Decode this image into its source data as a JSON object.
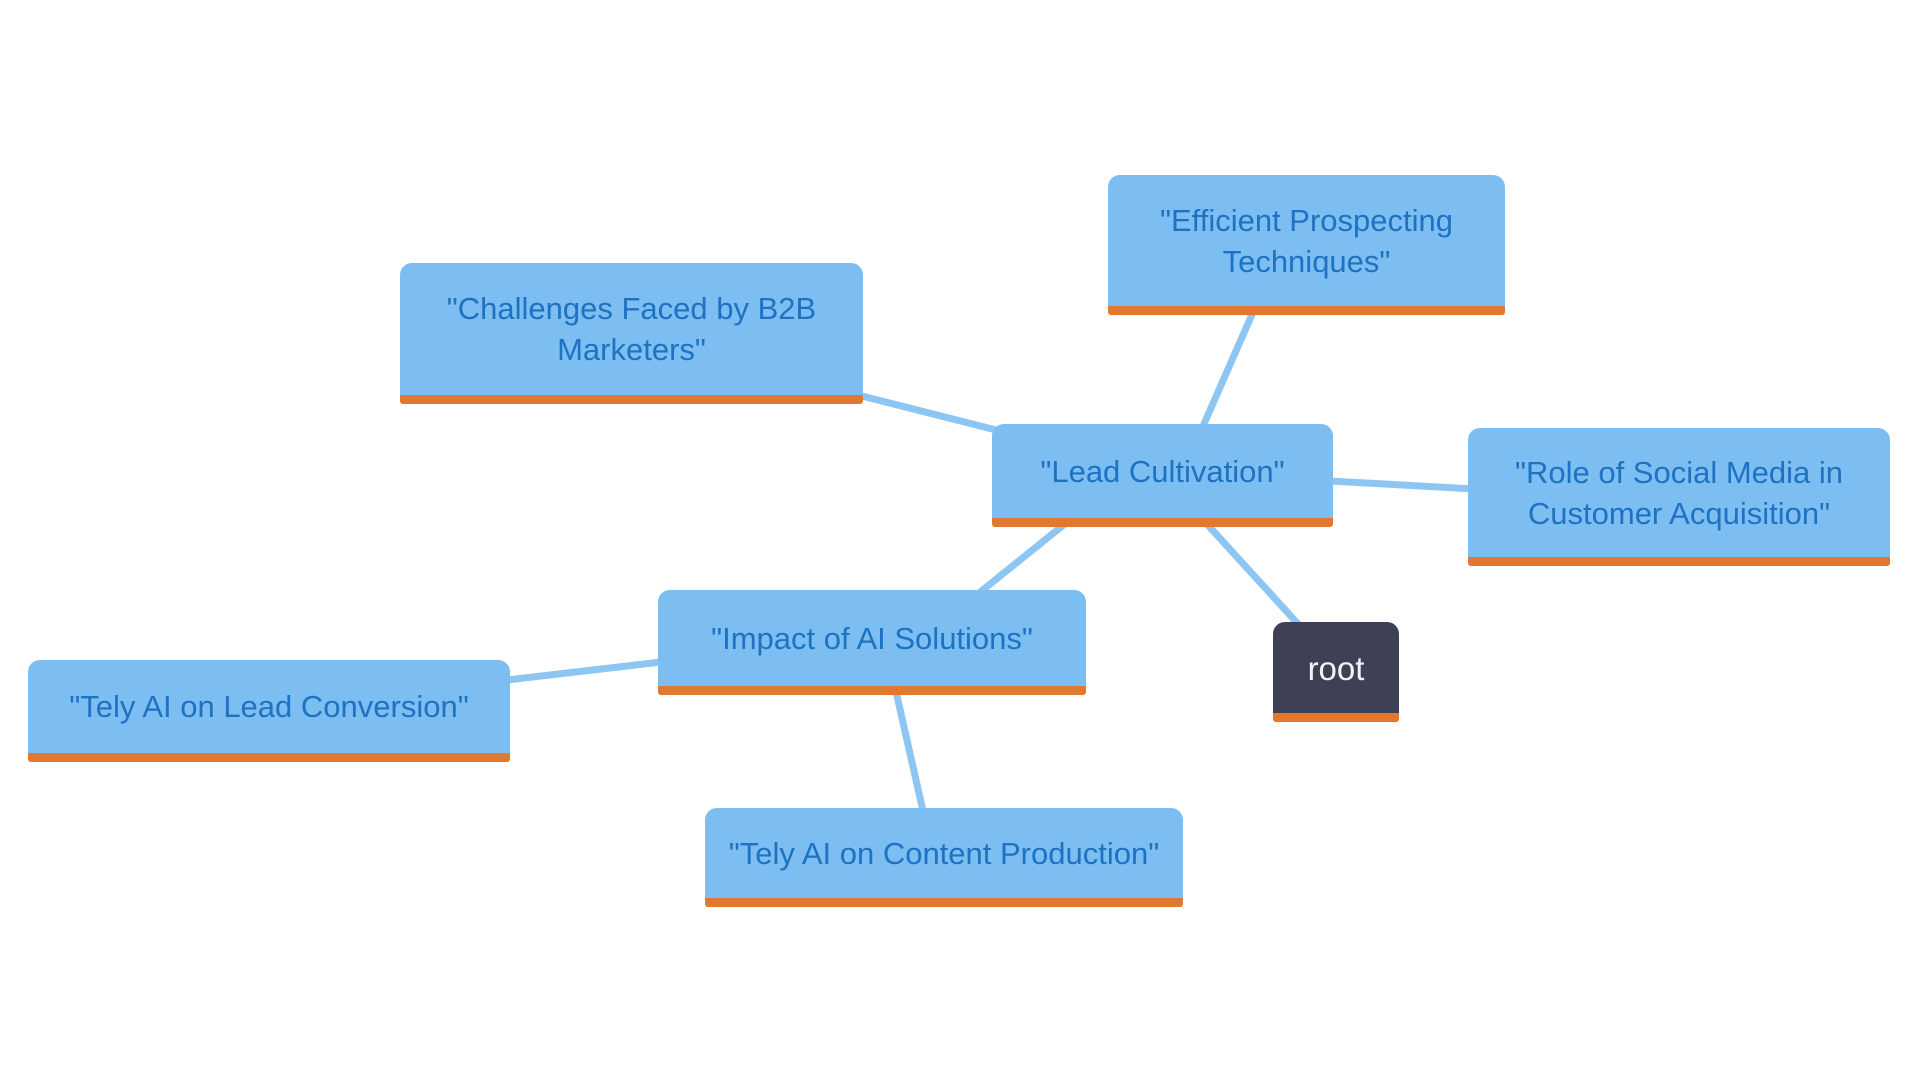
{
  "diagram": {
    "type": "mindmap",
    "background_color": "#ffffff",
    "colors": {
      "node_fill": "#7cbef2",
      "node_text": "#1e72c2",
      "node_underline": "#e2772e",
      "root_fill": "#3e4156",
      "root_text": "#f2f3f7",
      "edge": "#8dc6f2"
    },
    "nodes": [
      {
        "id": "efficient-prospecting-techniques",
        "label": "\"Efficient Prospecting Techniques\"",
        "type": "topic"
      },
      {
        "id": "challenges-faced-by-b2b-marketers",
        "label": "\"Challenges Faced by B2B Marketers\"",
        "type": "topic"
      },
      {
        "id": "lead-cultivation",
        "label": "\"Lead Cultivation\"",
        "type": "topic"
      },
      {
        "id": "role-of-social-media-in-customer-acquisition",
        "label": "\"Role of Social Media in Customer Acquisition\"",
        "type": "topic"
      },
      {
        "id": "impact-of-ai-solutions",
        "label": "\"Impact of AI Solutions\"",
        "type": "topic"
      },
      {
        "id": "tely-ai-on-lead-conversion",
        "label": "\"Tely AI on Lead Conversion\"",
        "type": "topic"
      },
      {
        "id": "root",
        "label": "root",
        "type": "root"
      },
      {
        "id": "tely-ai-on-content-production",
        "label": "\"Tely AI on Content Production\"",
        "type": "topic"
      }
    ],
    "edges": [
      {
        "from": "lead-cultivation",
        "to": "efficient-prospecting-techniques"
      },
      {
        "from": "lead-cultivation",
        "to": "challenges-faced-by-b2b-marketers"
      },
      {
        "from": "lead-cultivation",
        "to": "role-of-social-media-in-customer-acquisition"
      },
      {
        "from": "lead-cultivation",
        "to": "impact-of-ai-solutions"
      },
      {
        "from": "lead-cultivation",
        "to": "root"
      },
      {
        "from": "impact-of-ai-solutions",
        "to": "tely-ai-on-lead-conversion"
      },
      {
        "from": "impact-of-ai-solutions",
        "to": "tely-ai-on-content-production"
      }
    ]
  }
}
